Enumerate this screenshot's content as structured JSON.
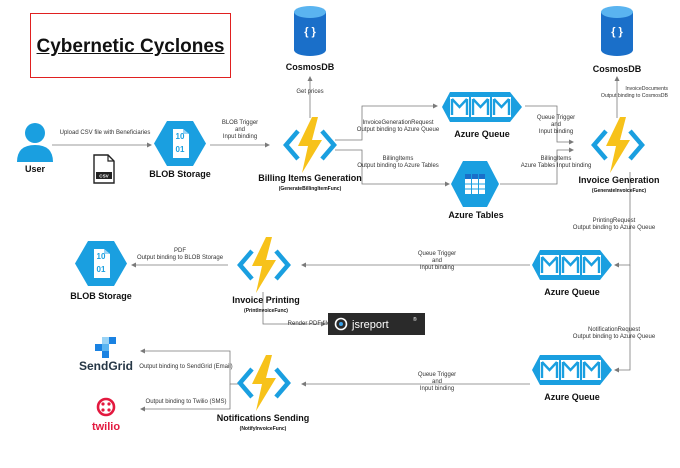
{
  "title": "Cybernetic Cyclones",
  "colors": {
    "azure": "#1a9fe0",
    "azure_dark": "#1570b8",
    "bolt": "#f7c21a",
    "title_border": "#e02020",
    "sendgrid": "#1a82e2",
    "twilio": "#e3193f"
  },
  "nodes": {
    "user": "User",
    "csv_badge": "CSV",
    "blob_storage_1": "BLOB Storage",
    "blob_storage_2": "BLOB Storage",
    "blob_digits": "10\n01",
    "cosmos_1": "CosmosDB",
    "cosmos_2": "CosmosDB",
    "cosmos_glyph": "{ }",
    "billing": {
      "title": "Billing Items Generation",
      "sub": "(GenerateBillingItemFunc)"
    },
    "invoice_gen": {
      "title": "Invoice Generation",
      "sub": "(GenerateInvoiceFunc)"
    },
    "invoice_print": {
      "title": "Invoice Printing",
      "sub": "(PrintInvoiceFunc)"
    },
    "notify": {
      "title": "Notifications Sending",
      "sub": "(NotifyInvoiceFunc)"
    },
    "queue_1": "Azure Queue",
    "queue_2": "Azure Queue",
    "queue_3": "Azure Queue",
    "tables": "Azure Tables",
    "jsreport": "jsreport",
    "jsreport_mark": "®",
    "sendgrid": "SendGrid",
    "twilio": "twilio"
  },
  "edges": {
    "upload": "Upload CSV file with Beneficiaries",
    "blob_trigger": [
      "BLOB Trigger",
      "and",
      "Input binding"
    ],
    "get_prices": "Get prices",
    "invoice_gen_request": [
      "InvoiceGenerationRequest",
      "Output binding to Azure Queue"
    ],
    "billing_items_out": [
      "BillingItems",
      "Output binding to Azure Tables"
    ],
    "queue_trigger_1": [
      "Queue Trigger",
      "and",
      "Input binding"
    ],
    "billing_items_in": [
      "BillingItems",
      "Azure Tables Input binding"
    ],
    "invoice_documents": [
      "InvoiceDocuments",
      "Output binding to CosmosDB"
    ],
    "printing_request": [
      "PrintingRequest",
      "Output binding to Azure Queue"
    ],
    "queue_trigger_2": [
      "Queue Trigger",
      "and",
      "Input binding"
    ],
    "pdf_out": [
      "PDF",
      "Output binding to BLOB Storage"
    ],
    "render_pdf": "Render PDF file",
    "notification_request": [
      "NotificationRequest",
      "Output binding to Azure Queue"
    ],
    "queue_trigger_3": [
      "Queue Trigger",
      "and",
      "Input binding"
    ],
    "sendgrid_out": "Output binding to SendGrid (Email)",
    "twilio_out": "Output binding to Twilio (SMS)"
  }
}
